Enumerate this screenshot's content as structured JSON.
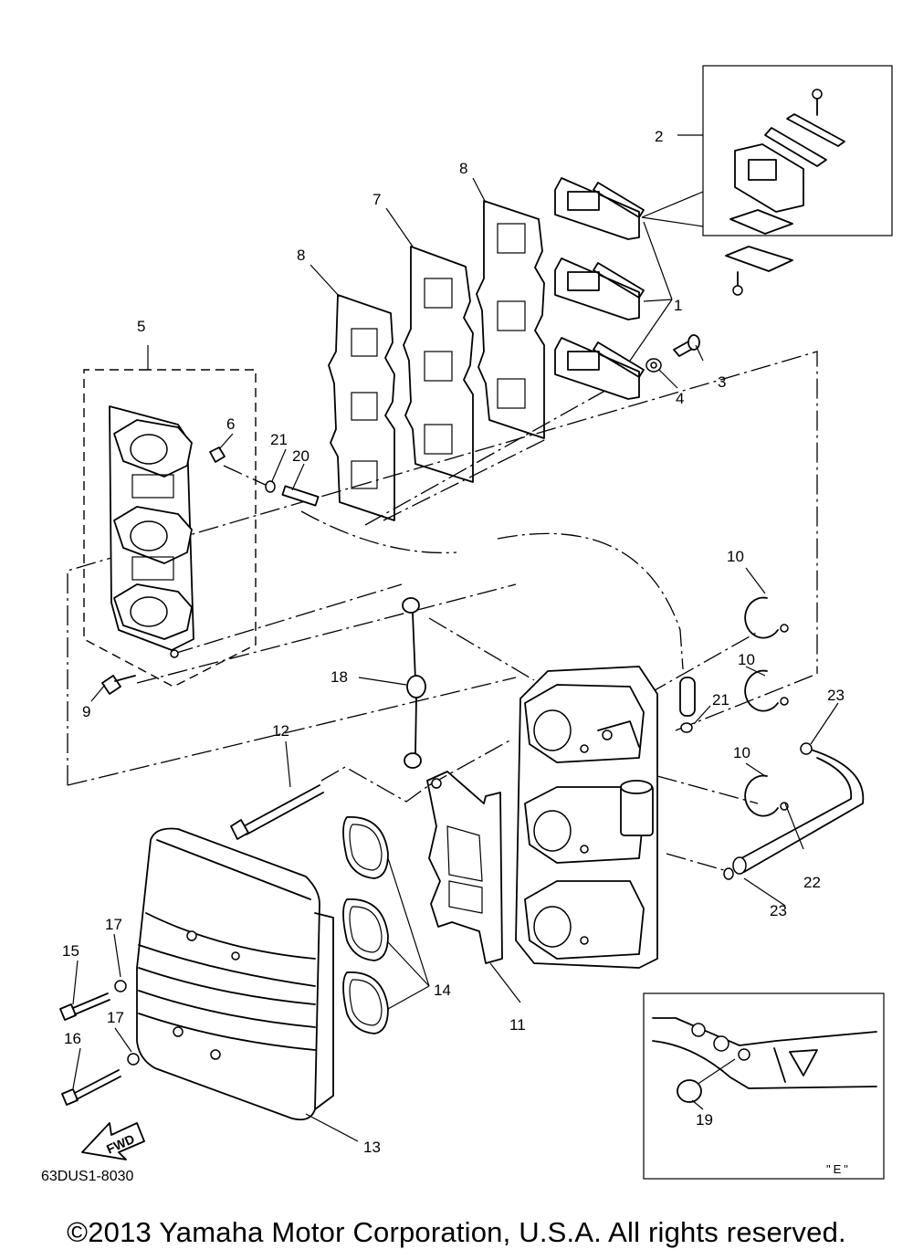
{
  "callouts": {
    "c1": "1",
    "c2": "2",
    "c3": "3",
    "c4": "4",
    "c5": "5",
    "c6": "6",
    "c7": "7",
    "c8a": "8",
    "c8b": "8",
    "c9": "9",
    "c10a": "10",
    "c10b": "10",
    "c10c": "10",
    "c11": "11",
    "c12": "12",
    "c13": "13",
    "c14": "14",
    "c15": "15",
    "c16": "16",
    "c17a": "17",
    "c17b": "17",
    "c18": "18",
    "c19": "19",
    "c20": "20",
    "c21a": "21",
    "c21b": "21",
    "c22": "22",
    "c23a": "23",
    "c23b": "23"
  },
  "direction_label": "FWD",
  "detail_label": "\"E\"",
  "diagram_code": "63DUS1-8030",
  "copyright": "©2013 Yamaha Motor Corporation, U.S.A. All rights reserved."
}
